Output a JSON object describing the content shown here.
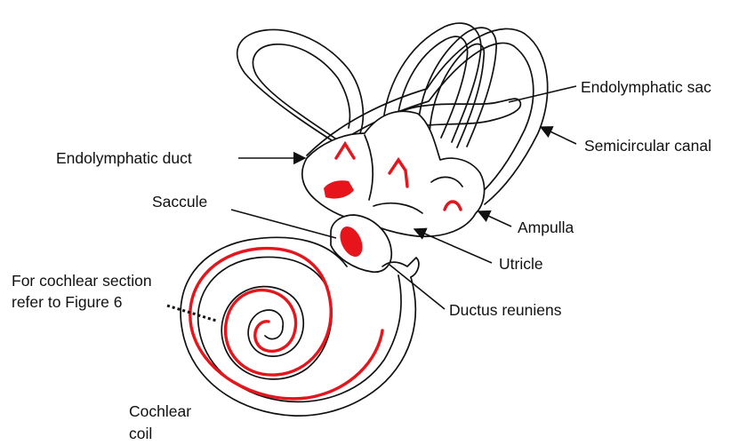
{
  "colors": {
    "outline": "#111111",
    "sensory_highlight": "#e8141c",
    "background": "#ffffff"
  },
  "labels": {
    "endolymphatic_sac": "Endolymphatic sac",
    "semicircular_canal": "Semicircular canal",
    "endolymphatic_duct": "Endolymphatic duct",
    "saccule": "Saccule",
    "ampulla": "Ampulla",
    "utricle": "Utricle",
    "cochlear_section_line1": "For cochlear section",
    "cochlear_section_line2": "refer to Figure 6",
    "ductus_reuniens": "Ductus reuniens",
    "cochlear_coil_line1": "Cochlear",
    "cochlear_coil_line2": "coil"
  }
}
